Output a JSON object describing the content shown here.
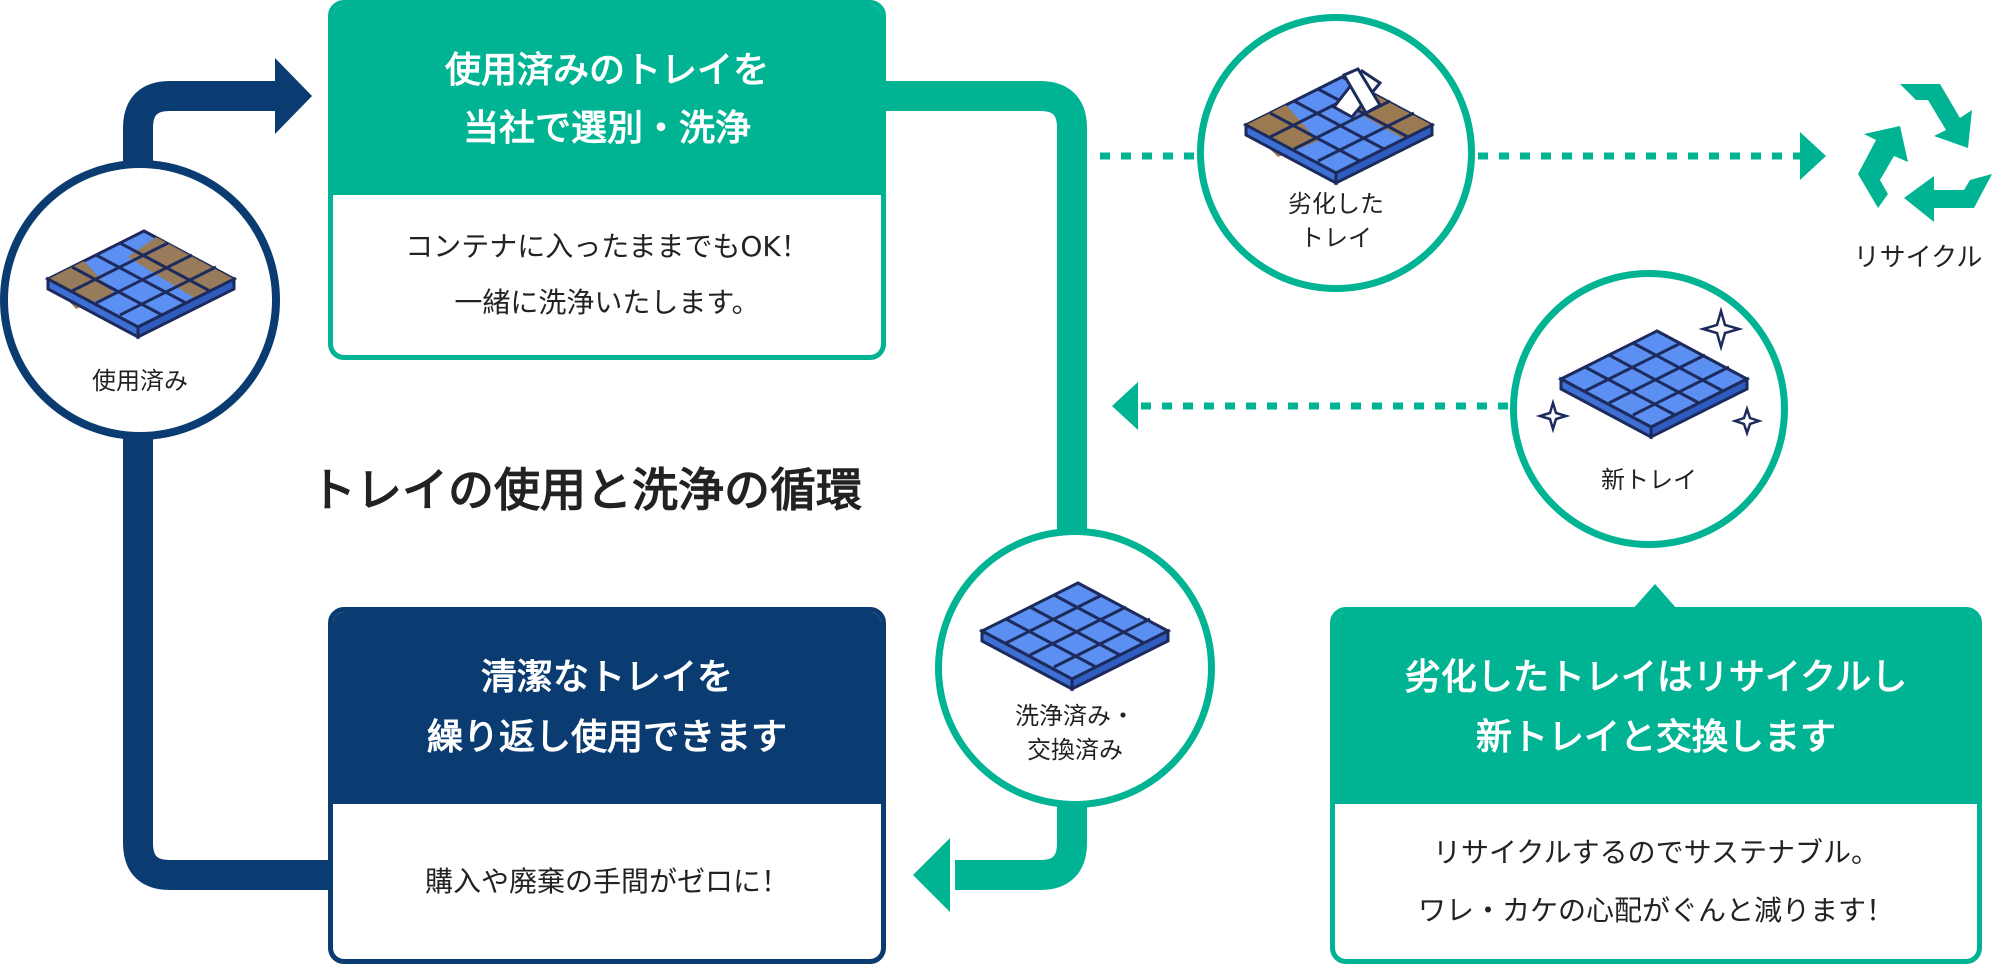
{
  "title": "トレイの使用と洗浄の循環",
  "box_wash": {
    "heading": [
      "使用済みのトレイを",
      "当社で選別・洗浄"
    ],
    "body": [
      "コンテナに入ったままでもOK！",
      "一緒に洗浄いたします。"
    ]
  },
  "box_reuse": {
    "heading": [
      "清潔なトレイを",
      "繰り返し使用できます"
    ],
    "body": [
      "購入や廃棄の手間がゼロに！"
    ]
  },
  "box_recycle": {
    "heading": [
      "劣化したトレイはリサイクルし",
      "新トレイと交換します"
    ],
    "body": [
      "リサイクルするのでサステナブル。",
      "ワレ・カケの心配がぐんと減ります！"
    ]
  },
  "circles": {
    "used": [
      "使用済み"
    ],
    "degraded": [
      "劣化した",
      "トレイ"
    ],
    "new": [
      "新トレイ"
    ],
    "cleaned": [
      "洗浄済み・",
      "交換済み"
    ]
  },
  "recycle_label": "リサイクル",
  "colors": {
    "teal": "#00b493",
    "navy": "#0a3b71",
    "tray_blue": "#5b8ff2",
    "dirt_brown": "#9b7a52"
  },
  "icons": [
    "tray-icon",
    "recycle-icon",
    "sparkle-icon"
  ]
}
